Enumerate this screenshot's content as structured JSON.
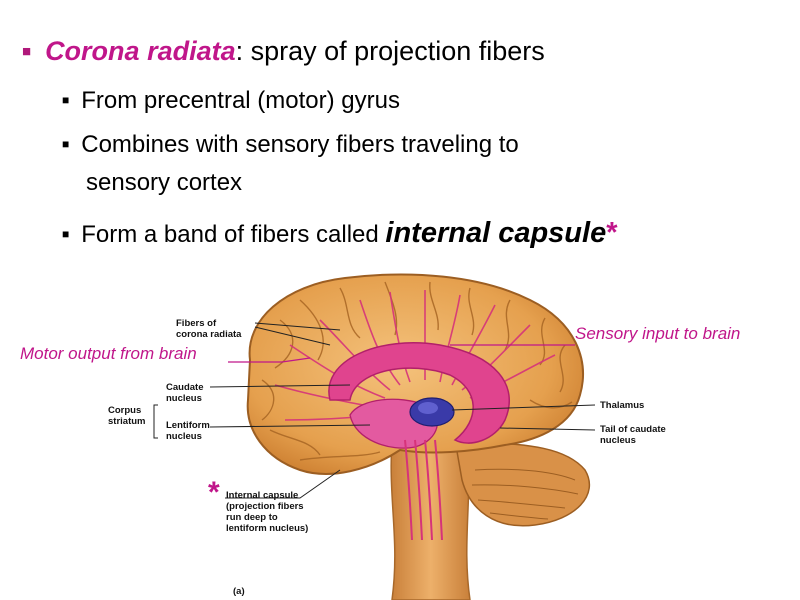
{
  "bullets": {
    "main": {
      "term": "Corona radiata",
      "rest": ": spray of projection fibers"
    },
    "sub": [
      "From precentral (motor) gyrus",
      "Combines with sensory fibers traveling to",
      "sensory cortex",
      "Form a band of fibers called "
    ],
    "emphasis": "internal capsule",
    "star": "*"
  },
  "figure": {
    "labels": {
      "fibers_corona": "Fibers of\ncorona radiata",
      "caudate": "Caudate\nnucleus",
      "corpus": "Corpus\nstriatum",
      "lentiform": "Lentiform\nnucleus",
      "thalamus": "Thalamus",
      "tail_caudate": "Tail of caudate\nnucleus",
      "internal_capsule": "Internal capsule\n(projection fibers\nrun deep to\nlentiform nucleus)",
      "panel": "(a)"
    },
    "annotations": {
      "motor": "Motor output from brain",
      "sensory": "Sensory  input to brain",
      "star": "*"
    }
  },
  "colors": {
    "accent": "#c0168a",
    "brain": "#e8a355",
    "fibers": "#d6337a"
  }
}
